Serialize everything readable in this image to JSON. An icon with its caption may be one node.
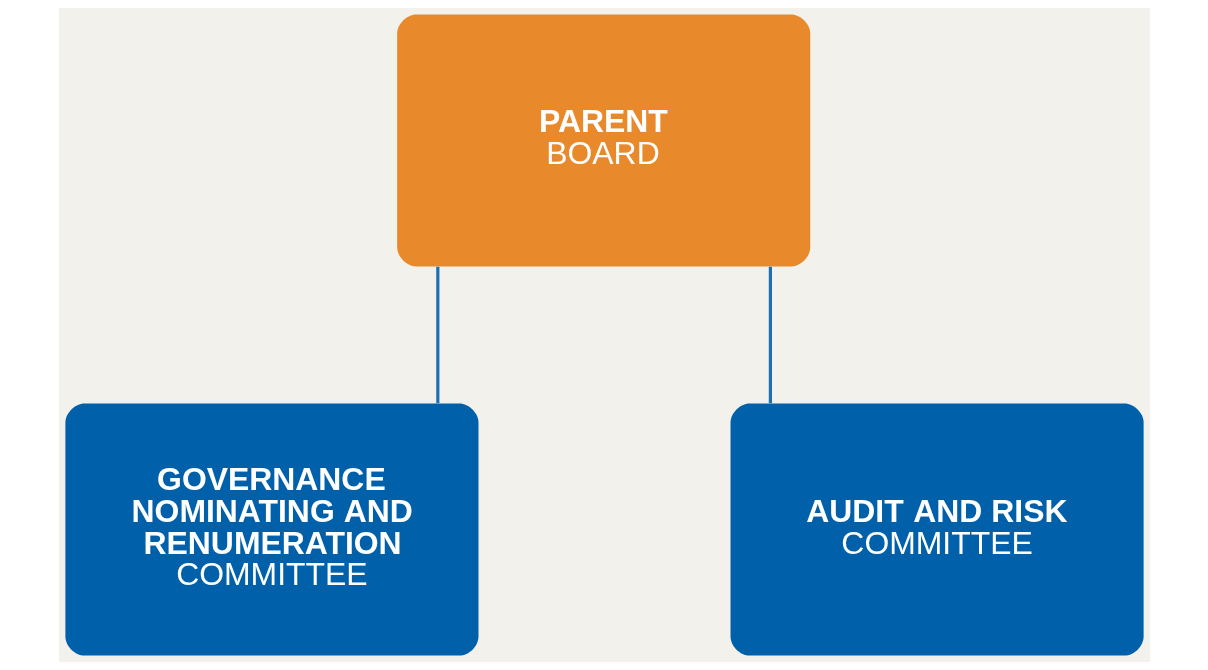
{
  "diagram": {
    "nodes": [
      {
        "text": [
          "**PARENT** BOARD"
        ]
      },
      {
        "text": [
          "**GOVERNANCE NOMINATING AND RENUMERATION** COMMITTEE"
        ]
      },
      {
        "text": [
          "**AUDIT AND RISK** COMMITTEE"
        ]
      }
    ],
    "edges": [
      {
        "from": 0,
        "to": 1,
        "arrow": "none"
      },
      {
        "from": 0,
        "to": 2,
        "arrow": "none"
      }
    ]
  }
}
